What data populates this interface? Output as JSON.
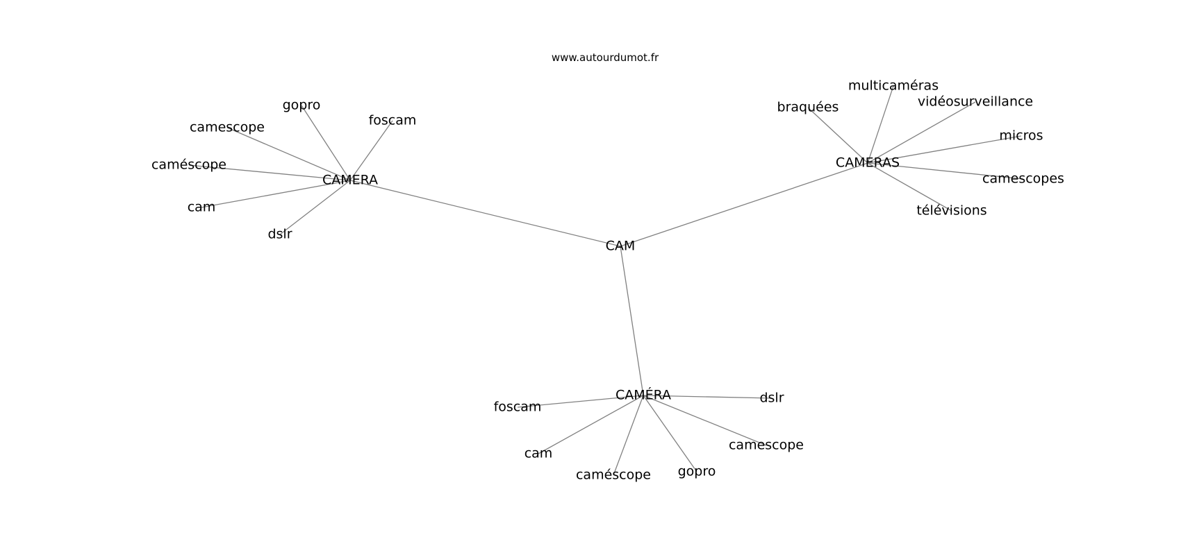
{
  "source_text": "www.autourdumot.fr",
  "graph": {
    "nodes": [
      {
        "id": "cam_root",
        "label": "CAM"
      },
      {
        "id": "camera",
        "label": "CAMERA"
      },
      {
        "id": "cameras",
        "label": "CAMERAS"
      },
      {
        "id": "camera_acc",
        "label": "CAMÉRA"
      },
      {
        "id": "camera_gopro",
        "label": "gopro"
      },
      {
        "id": "camera_foscam",
        "label": "foscam"
      },
      {
        "id": "camera_camescope",
        "label": "camescope"
      },
      {
        "id": "camera_camescope_acc",
        "label": "caméscope"
      },
      {
        "id": "camera_cam",
        "label": "cam"
      },
      {
        "id": "camera_dslr",
        "label": "dslr"
      },
      {
        "id": "cameras_braquees",
        "label": "braquées"
      },
      {
        "id": "cameras_multicameras",
        "label": "multicaméras"
      },
      {
        "id": "cameras_videosurveillance",
        "label": "vidéosurveillance"
      },
      {
        "id": "cameras_micros",
        "label": "micros"
      },
      {
        "id": "cameras_camescopes",
        "label": "camescopes"
      },
      {
        "id": "cameras_televisions",
        "label": "télévisions"
      },
      {
        "id": "cameraacc_foscam",
        "label": "foscam"
      },
      {
        "id": "cameraacc_cam",
        "label": "cam"
      },
      {
        "id": "cameraacc_camescope_acc",
        "label": "caméscope"
      },
      {
        "id": "cameraacc_gopro",
        "label": "gopro"
      },
      {
        "id": "cameraacc_camescope",
        "label": "camescope"
      },
      {
        "id": "cameraacc_dslr",
        "label": "dslr"
      }
    ],
    "edges": [
      [
        "cam_root",
        "camera"
      ],
      [
        "cam_root",
        "cameras"
      ],
      [
        "cam_root",
        "camera_acc"
      ],
      [
        "camera",
        "camera_gopro"
      ],
      [
        "camera",
        "camera_foscam"
      ],
      [
        "camera",
        "camera_camescope"
      ],
      [
        "camera",
        "camera_camescope_acc"
      ],
      [
        "camera",
        "camera_cam"
      ],
      [
        "camera",
        "camera_dslr"
      ],
      [
        "cameras",
        "cameras_braquees"
      ],
      [
        "cameras",
        "cameras_multicameras"
      ],
      [
        "cameras",
        "cameras_videosurveillance"
      ],
      [
        "cameras",
        "cameras_micros"
      ],
      [
        "cameras",
        "cameras_camescopes"
      ],
      [
        "cameras",
        "cameras_televisions"
      ],
      [
        "camera_acc",
        "cameraacc_foscam"
      ],
      [
        "camera_acc",
        "cameraacc_cam"
      ],
      [
        "camera_acc",
        "cameraacc_camescope_acc"
      ],
      [
        "camera_acc",
        "cameraacc_gopro"
      ],
      [
        "camera_acc",
        "cameraacc_camescope"
      ],
      [
        "camera_acc",
        "cameraacc_dslr"
      ]
    ]
  }
}
